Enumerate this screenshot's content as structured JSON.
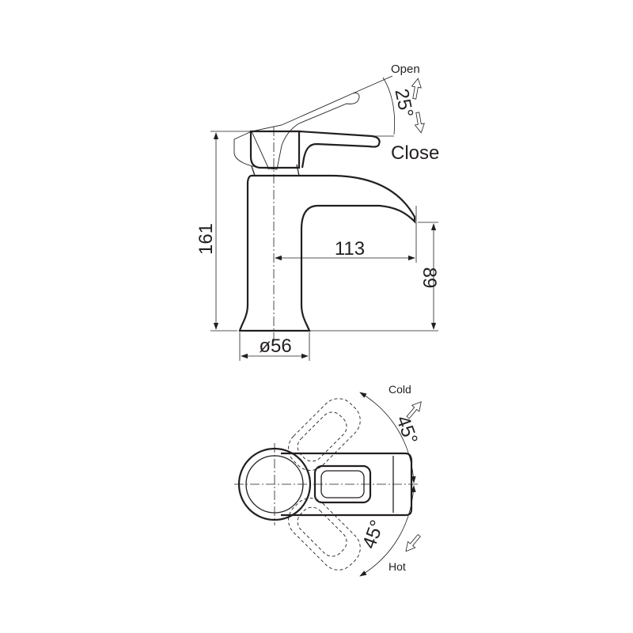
{
  "side_view": {
    "dimensions": {
      "height": "161",
      "reach": "113",
      "spout_height": "89",
      "base_diameter": "ø56"
    },
    "handle_rotation": {
      "angle": "25°",
      "open_label": "Open",
      "close_label": "Close"
    }
  },
  "top_view": {
    "handle_rotation": {
      "cold_angle": "45°",
      "hot_angle": "45°",
      "cold_label": "Cold",
      "hot_label": "Hot"
    }
  }
}
